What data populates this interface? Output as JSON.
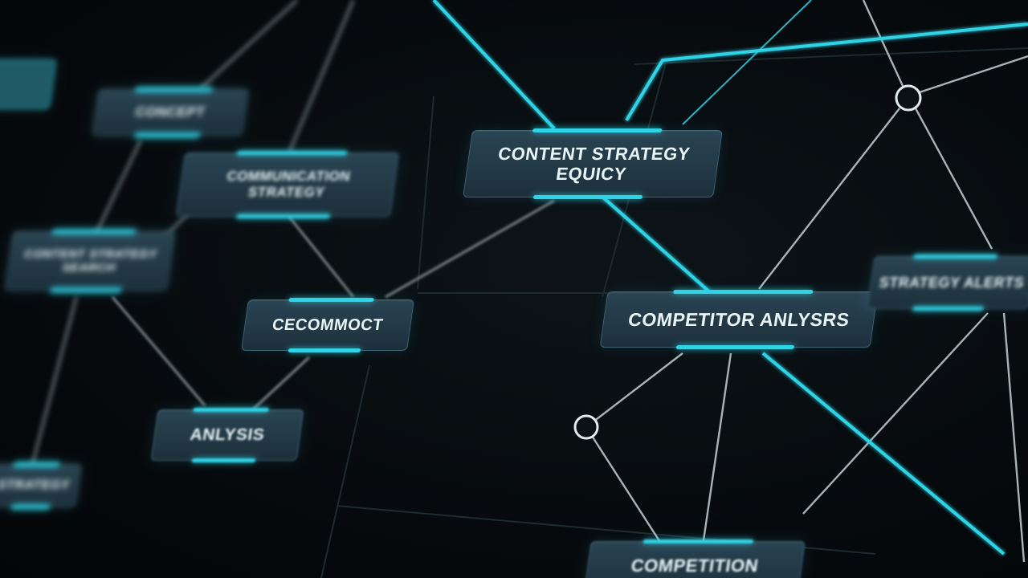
{
  "nodes": {
    "content_strategy": {
      "line1": "CONTENT STRATEGY",
      "line2": "EQUICY"
    },
    "competitor_analysis": {
      "label": "COMPETITOR ANLYSRS"
    },
    "cecommoct": {
      "label": "CECOMMOCT"
    },
    "analysis": {
      "label": "ANLYSIS"
    },
    "comp_bottom": {
      "label": "COMPETITION"
    },
    "blur_top_left": {
      "label": "CONCEPT"
    },
    "blur_mid_left": {
      "line1": "COMMUNICATION",
      "line2": "STRATEGY"
    },
    "blur_left": {
      "line1": "CONTENT STRATEGY",
      "line2": "SEARCH"
    },
    "blur_bottom_left": {
      "label": "STRATEGY"
    },
    "blur_right": {
      "label": "STRATEGY ALERTS"
    }
  },
  "colors": {
    "accent": "#2fd3e6",
    "node_fill": "#22394a",
    "line_grey": "#8a9499",
    "background": "#05080a"
  }
}
